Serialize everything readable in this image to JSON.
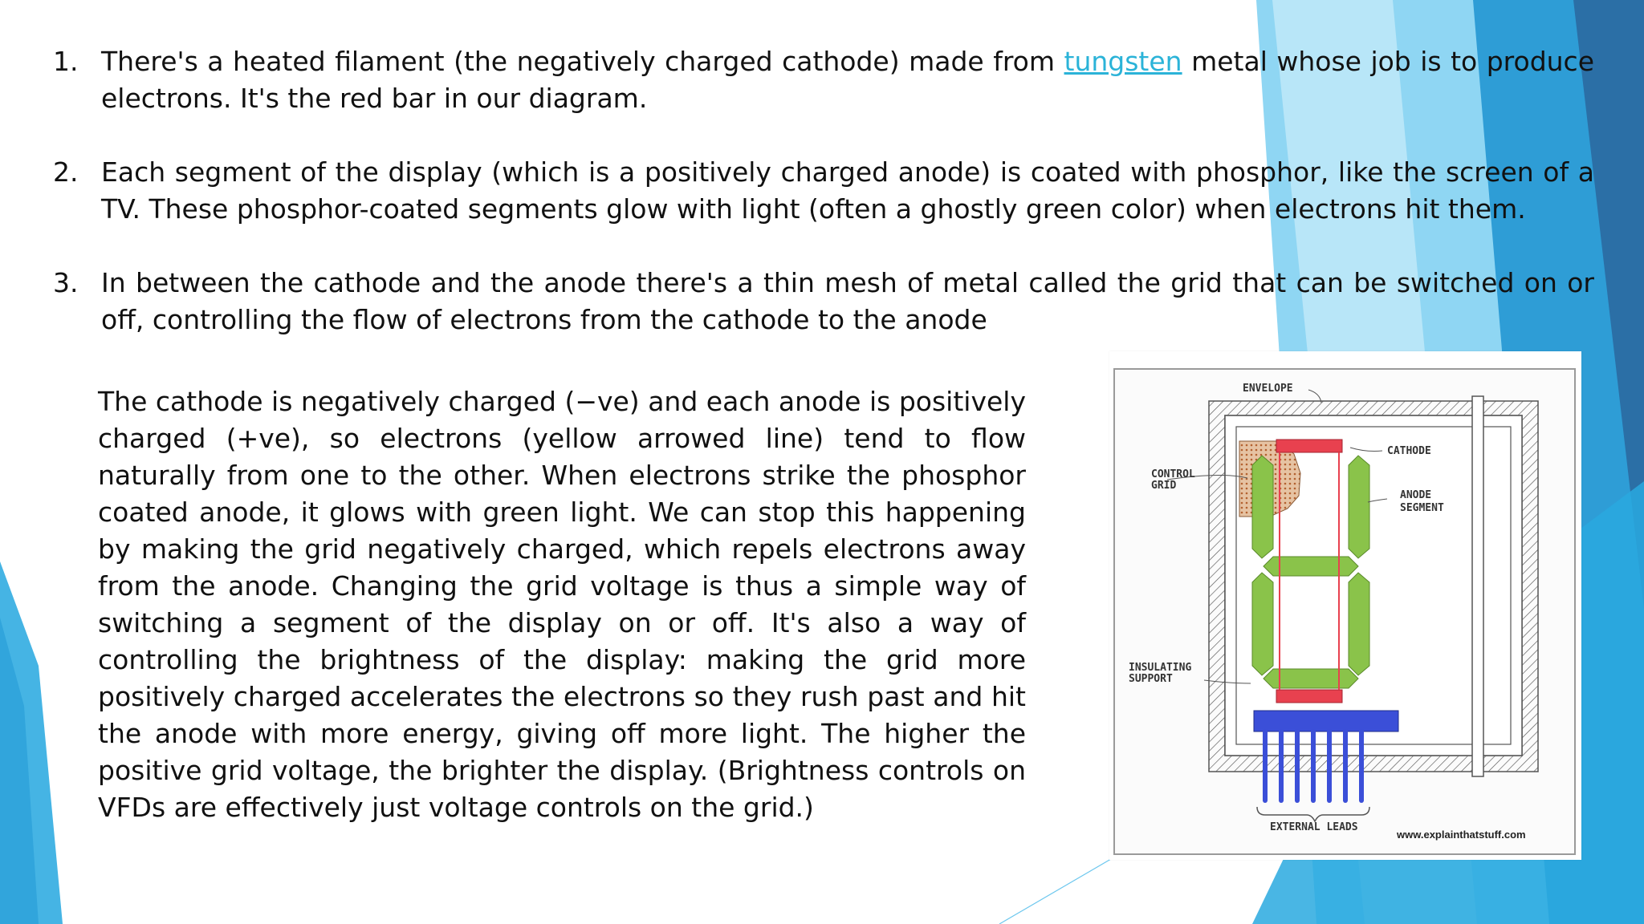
{
  "list": [
    {
      "number": "1.",
      "pre": "There's a heated filament (the negatively charged cathode) made from ",
      "link": "tungsten",
      "post": " metal whose job is to produce electrons. It's the red bar in our diagram."
    },
    {
      "number": "2.",
      "text": "Each segment of the display (which is a positively charged anode) is coated with phosphor, like the screen of a TV. These phosphor-coated segments glow with light (often a ghostly green color) when electrons hit them."
    },
    {
      "number": "3.",
      "text": "In between the cathode and the anode there's a thin mesh of metal called the grid that can be switched on or off, controlling the flow of electrons from the cathode to the anode"
    }
  ],
  "paragraph": "The cathode is negatively charged (−ve) and each anode is positively charged (+ve), so electrons (yellow arrowed line) tend to flow naturally from one to the other. When electrons strike the phosphor coated anode, it glows with green light. We can stop this happening by making the grid negatively charged, which repels electrons away from the anode. Changing the grid voltage is thus a simple way of switching a segment of the display on or off. It's also a way of controlling the brightness of the display: making the grid more positively charged accelerates the electrons so they rush past and hit the anode with more energy, giving off more light. The higher the positive grid voltage, the brighter the display. (Brightness controls on VFDs are effectively just voltage controls on the grid.)",
  "diagram": {
    "labels": {
      "envelope": "ENVELOPE",
      "cathode": "CATHODE",
      "control_1": "CONTROL",
      "control_2": "GRID",
      "anode_1": "ANODE",
      "anode_2": "SEGMENT",
      "insulating_1": "INSULATING",
      "insulating_2": "SUPPORT",
      "external_leads": "EXTERNAL LEADS",
      "watermark": "www.explainthatstuff.com"
    },
    "colors": {
      "cathode": "#e8414f",
      "anode": "#8ac34a",
      "grid": "#d9a77d",
      "leads": "#3b4fd8"
    }
  },
  "theme": {
    "accent_light": "#7fd3f2",
    "accent_mid": "#29a9df",
    "accent_dark": "#2a6aa1",
    "link_color": "#2bb3d8"
  }
}
